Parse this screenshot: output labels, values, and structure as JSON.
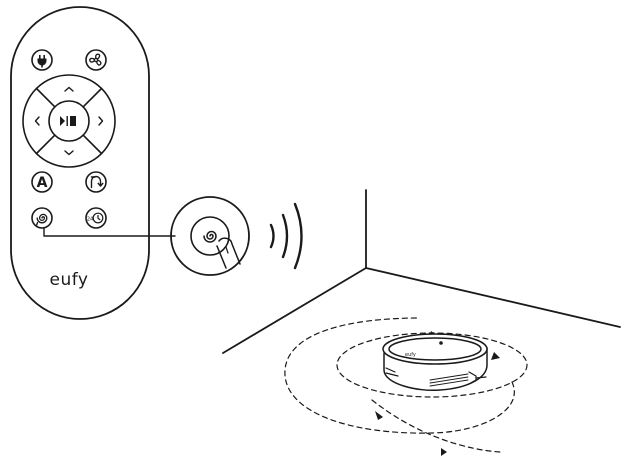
{
  "remote": {
    "brand_text": "eufy",
    "buttons": {
      "power": {
        "icon": "power-plug-icon"
      },
      "fan": {
        "icon": "fan-icon"
      },
      "up": {
        "icon": "chevron-up-icon"
      },
      "down": {
        "icon": "chevron-down-icon"
      },
      "left": {
        "icon": "chevron-left-icon"
      },
      "right": {
        "icon": "chevron-right-icon"
      },
      "play_pause": {
        "icon": "play-pause-icon"
      },
      "auto": {
        "icon": "auto-clean-icon",
        "label": "A"
      },
      "edge": {
        "icon": "edge-clean-icon"
      },
      "spot": {
        "icon": "spot-clean-spiral-icon"
      },
      "schedule": {
        "icon": "schedule-clock-icon"
      }
    }
  },
  "zoom": {
    "icon": "spot-clean-spiral-icon",
    "finger_icon": "finger-press-icon"
  },
  "signal": {
    "icon": "wireless-signal-icon"
  },
  "robot": {
    "icon": "robot-vacuum-icon",
    "logo_text": "eufy"
  },
  "colors": {
    "line": "#1a1a1a",
    "background": "#ffffff"
  }
}
